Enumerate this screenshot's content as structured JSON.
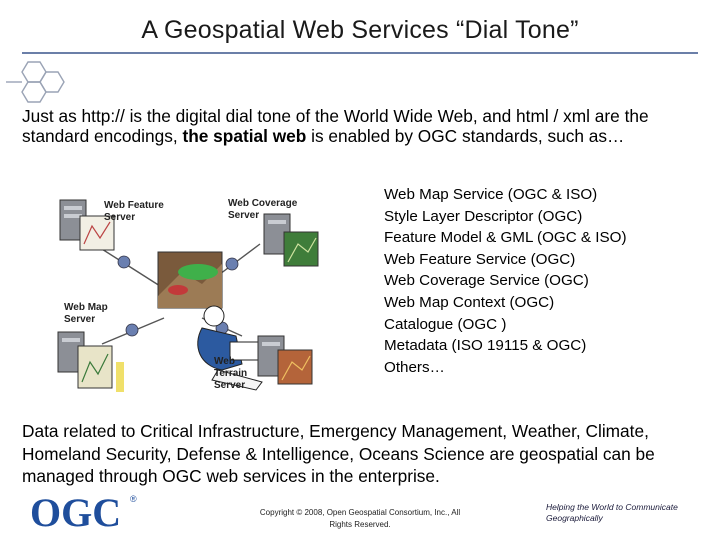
{
  "slide": {
    "title": "A Geospatial Web Services “Dial Tone”",
    "intro_before_bold": "Just as http:// is the digital dial tone of the World Wide Web, and html / xml are the standard encodings, ",
    "intro_bold": "the spatial web",
    "intro_after_bold": " is enabled by OGC standards, such as…",
    "standards": [
      "Web Map Service (OGC & ISO)",
      "Style Layer Descriptor (OGC)",
      "Feature Model & GML (OGC & ISO)",
      "Web Feature Service (OGC)",
      "Web Coverage Service (OGC)",
      "Web Map Context (OGC)",
      "Catalogue (OGC )",
      "Metadata (ISO 19115 & OGC)",
      "Others…"
    ],
    "closing": "Data related to Critical Infrastructure, Emergency Management, Weather, Climate, Homeland Security, Defense & Intelligence, Oceans Science are geospatial can be managed through OGC web services in the enterprise."
  },
  "diagram": {
    "servers": {
      "wfs_line1": "Web Feature",
      "wfs_line2": "Server",
      "wcs_line1": "Web Coverage",
      "wcs_line2": "Server",
      "wms_line1": "Web Map",
      "wms_line2": "Server",
      "wts_line1": "Web",
      "wts_line2": "Terrain",
      "wts_line3": "Server"
    }
  },
  "footer": {
    "logo_text": "OGC",
    "logo_mark": "®",
    "copyright_line1": "Copyright © 2008, Open Geospatial Consortium, Inc., All",
    "copyright_line2": "Rights Reserved.",
    "tagline_line1": "Helping the World to Communicate",
    "tagline_line2": "Geographically"
  },
  "colors": {
    "title_rule": "#6b7fa8",
    "logo_blue": "#1f4e9c",
    "connector_arrow": "#6a7fb0"
  }
}
